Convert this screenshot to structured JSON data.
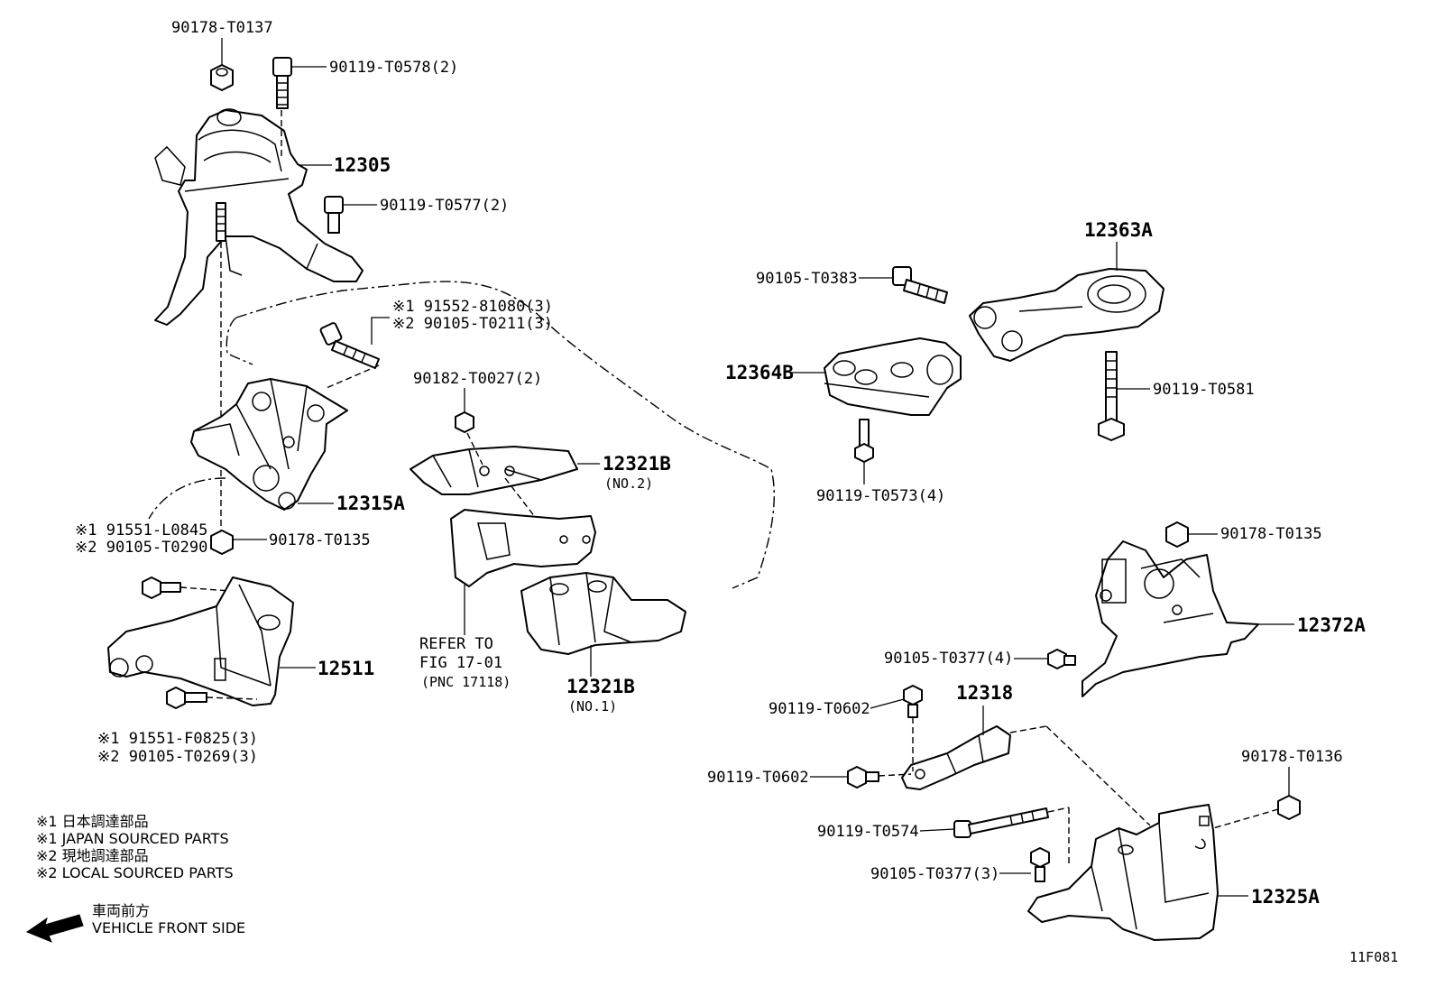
{
  "labels": {
    "p90178_T0137": "90178-T0137",
    "p90119_T0578": "90119-T0578(2)",
    "p12305": "12305",
    "p90119_T0577": "90119-T0577(2)",
    "p12363A": "12363A",
    "p90105_T0383": "90105-T0383",
    "p12364B": "12364B",
    "p90119_T0581": "90119-T0581",
    "p90119_T0573": "90119-T0573(4)",
    "p91552_81080": "※1 91552-81080(3)",
    "p90105_T0211": "※2 90105-T0211(3)",
    "p90182_T0027": "90182-T0027(2)",
    "p12321B_no2": "12321B",
    "p12321B_no2_sub": "(NO.2)",
    "p12315A": "12315A",
    "p91551_L0845": "※1 91551-L0845",
    "p90105_T0290": "※2 90105-T0290",
    "p90178_T0135_left": "90178-T0135",
    "p12511": "12511",
    "p91551_F0825": "※1 91551-F0825(3)",
    "p90105_T0269": "※2 90105-T0269(3)",
    "refer_line1": "REFER TO",
    "refer_line2": "FIG 17-01",
    "refer_line3": "(PNC 17118)",
    "p12321B_no1": "12321B",
    "p12321B_no1_sub": "(NO.1)",
    "p90178_T0135_right": "90178-T0135",
    "p12372A": "12372A",
    "p90105_T0377_4": "90105-T0377(4)",
    "p12318": "12318",
    "p90119_T0602_a": "90119-T0602",
    "p90119_T0602_b": "90119-T0602",
    "p90178_T0136": "90178-T0136",
    "p90119_T0574": "90119-T0574",
    "p90105_T0377_3": "90105-T0377(3)",
    "p12325A": "12325A",
    "figure_code": "11F081"
  },
  "legend": {
    "line1": "※1  日本調達部品",
    "line2": "※1  JAPAN SOURCED PARTS",
    "line3": "※2  現地調達部品",
    "line4": "※2  LOCAL SOURCED PARTS"
  },
  "direction": {
    "jp": "車両前方",
    "en": "VEHICLE FRONT SIDE"
  }
}
